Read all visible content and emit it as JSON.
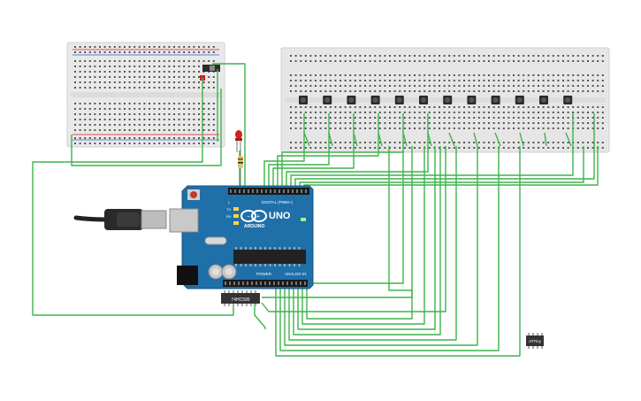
{
  "arduino": {
    "brand_label": "ARDUINO",
    "model_label": "UNO",
    "digital_label": "DIGITAL (PWM~)",
    "power_label": "POWER",
    "analog_label": "ANALOG IN",
    "tx_label": "TX",
    "rx_label": "RX",
    "l_label": "L"
  },
  "shift_register": {
    "label": "74HC595"
  },
  "attiny": {
    "label": "ATTiny"
  },
  "push_buttons": {
    "count": 12
  },
  "colors": {
    "wire": "#3db34a",
    "board": "#1f6fa8",
    "breadboard": "#e6e6e6",
    "rail_red": "#e05050",
    "led": "#d42020",
    "ic": "#333333"
  }
}
